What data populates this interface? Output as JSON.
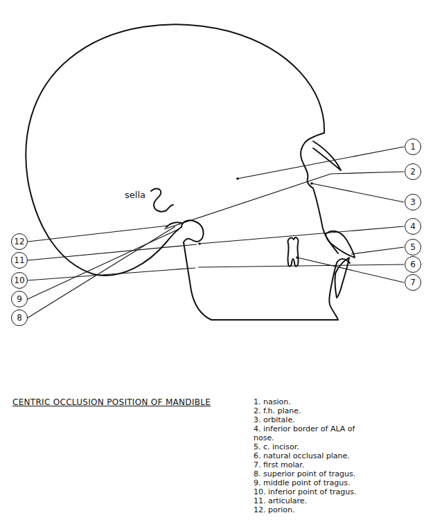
{
  "diagram": {
    "caption": "CENTRIC OCCLUSION POSITION OF MANDIBLE",
    "nodes": [
      {
        "text": [
          "1"
        ]
      },
      {
        "text": [
          "2"
        ]
      },
      {
        "text": [
          "3"
        ]
      },
      {
        "text": [
          "4"
        ]
      },
      {
        "text": [
          "5"
        ]
      },
      {
        "text": [
          "6"
        ]
      },
      {
        "text": [
          "7"
        ]
      },
      {
        "text": [
          "8"
        ]
      },
      {
        "text": [
          "9"
        ]
      },
      {
        "text": [
          "10"
        ]
      },
      {
        "text": [
          "11"
        ]
      },
      {
        "text": [
          "12"
        ]
      }
    ],
    "labels": [
      "sella",
      "1. nasion.",
      "2. f.h. plane.",
      "3. orbitale.",
      "4. inferior border of ALA of nose.",
      "5. c. incisor.",
      "6. natural occlusal plane.",
      "7. first molar.",
      "8. superior point of tragus.",
      "9. middle point of tragus.",
      "10. inferior point of tragus.",
      "11. articulare.",
      "12. porion."
    ]
  }
}
